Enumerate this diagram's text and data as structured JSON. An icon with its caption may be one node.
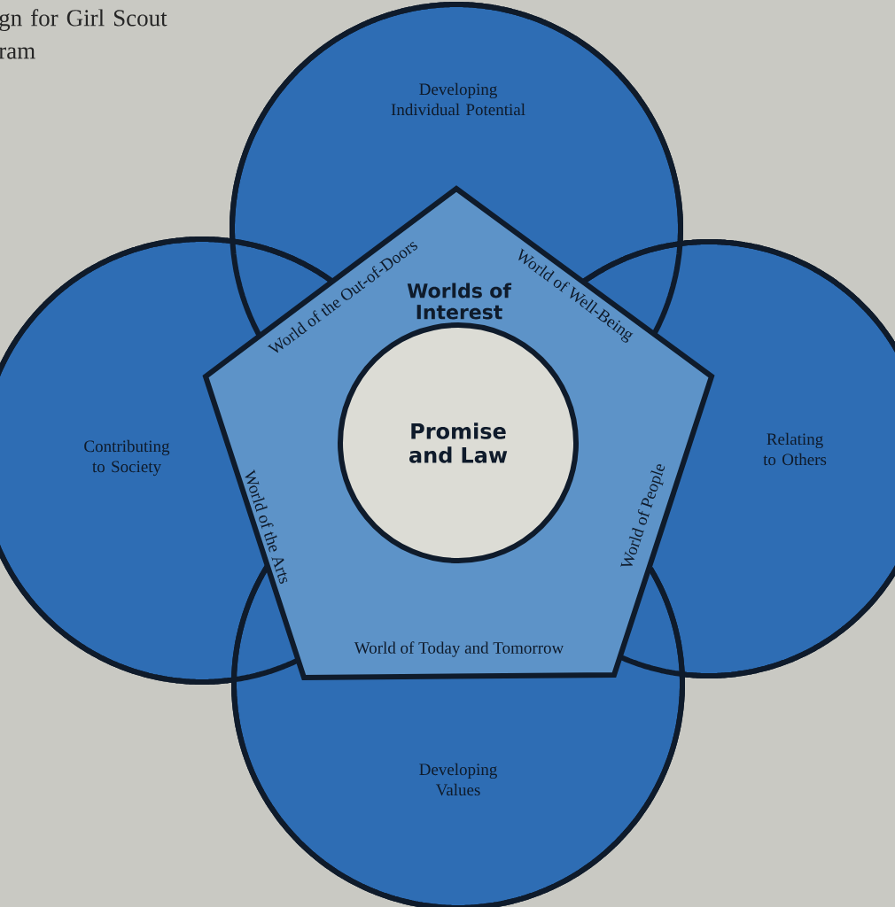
{
  "diagram": {
    "nodes": [
      {
        "text": [
          "Developing Individual Potential"
        ]
      },
      {
        "text": [
          "Contributing to Society"
        ]
      },
      {
        "text": [
          "Relating to Others"
        ]
      },
      {
        "text": [
          "Developing Values"
        ]
      },
      {
        "text": [
          "Worlds of Interest",
          "World of the Out-of-Doors",
          "World of Well-Being",
          "World of the Arts",
          "World of People",
          "World of Today and Tomorrow"
        ]
      },
      {
        "text": [
          "Promise and Law"
        ],
        "in": 4
      }
    ],
    "labels": [
      "gn for Girl Scout ram"
    ]
  }
}
